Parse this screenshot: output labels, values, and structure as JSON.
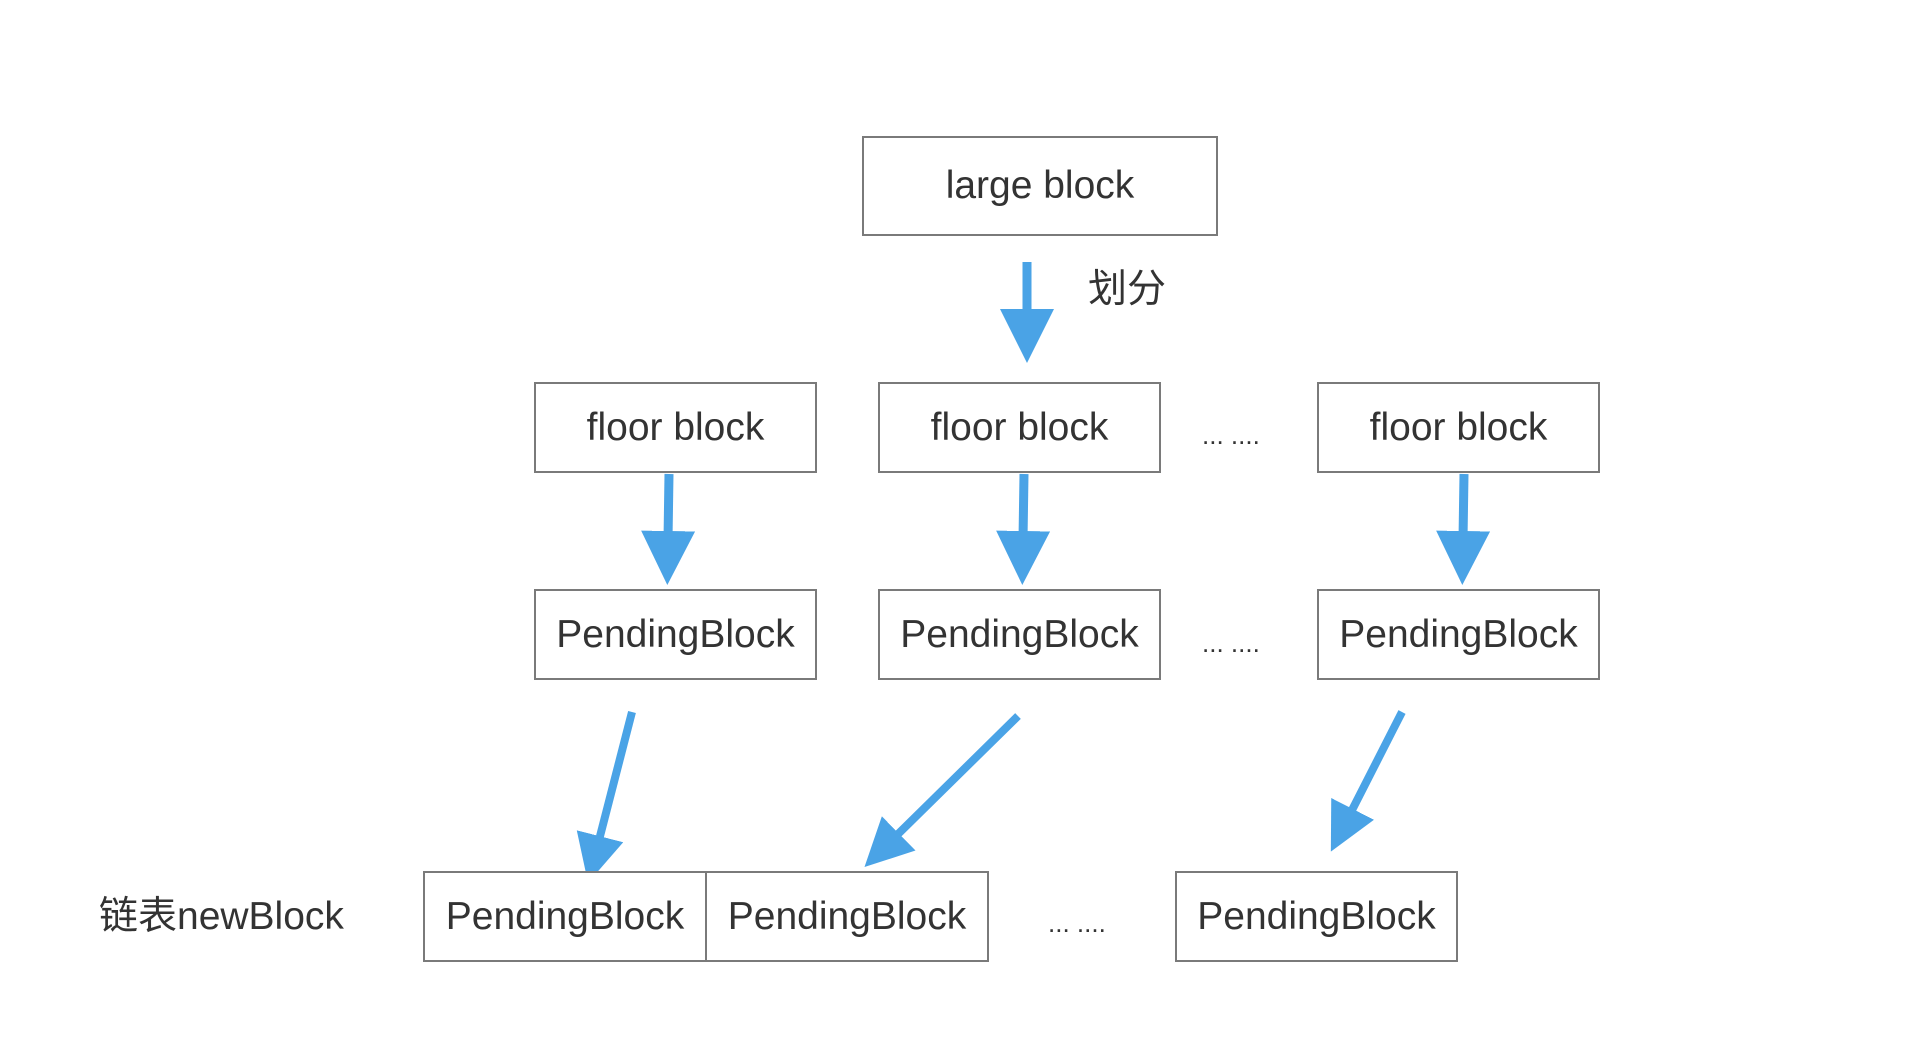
{
  "colors": {
    "arrow": "#4aa3e6",
    "box_border": "#7a7a7a",
    "text": "#333333"
  },
  "top": {
    "large_block": "large block",
    "split_label": "划分"
  },
  "floor_row": {
    "blocks": [
      "floor block",
      "floor block",
      "floor block"
    ],
    "ellipsis": "... ...."
  },
  "pending_row": {
    "blocks": [
      "PendingBlock",
      "PendingBlock",
      "PendingBlock"
    ],
    "ellipsis": "... ...."
  },
  "linked_list": {
    "label": "链表newBlock",
    "blocks": [
      "PendingBlock",
      "PendingBlock",
      "PendingBlock"
    ],
    "ellipsis": "... ...."
  }
}
